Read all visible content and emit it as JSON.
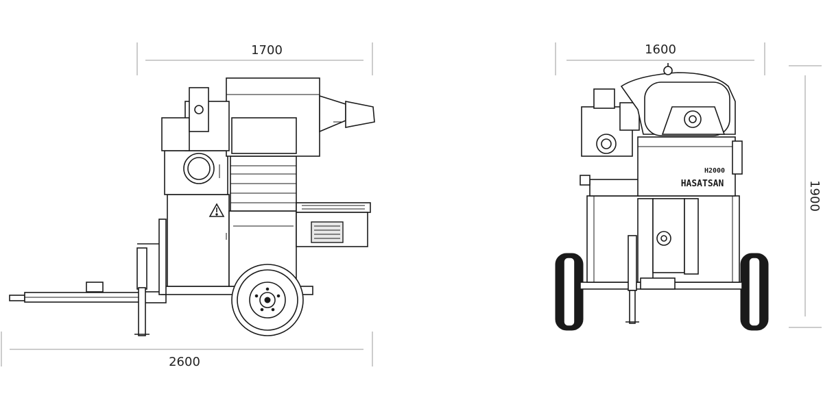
{
  "dimensions": {
    "side_width": "1700",
    "overall_length": "2600",
    "front_width": "1600",
    "height": "1900"
  },
  "machine": {
    "model": "H2000",
    "brand": "HASATSAN"
  },
  "icons": {
    "warning": "warning-triangle-icon",
    "logo": "hasatsan-logo-icon"
  }
}
